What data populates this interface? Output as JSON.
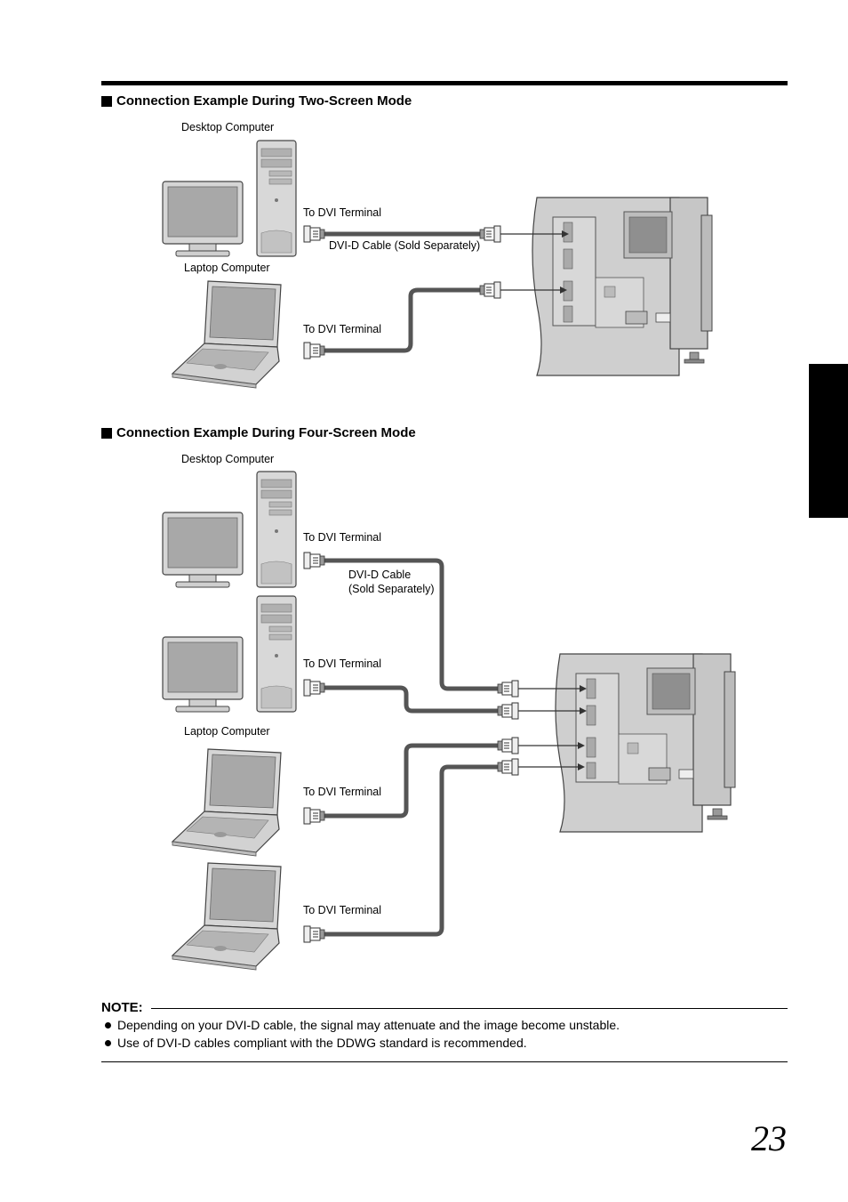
{
  "section1": {
    "heading": "Connection Example During Two-Screen Mode",
    "desktop_label": "Desktop Computer",
    "laptop_label": "Laptop Computer",
    "dvi_terminal_1": "To DVI Terminal",
    "dvi_terminal_2": "To DVI Terminal",
    "cable_label": "DVI-D Cable (Sold Separately)"
  },
  "section2": {
    "heading": "Connection Example During Four-Screen Mode",
    "desktop_label": "Desktop Computer",
    "laptop_label": "Laptop Computer",
    "dvi_terminal_1": "To DVI Terminal",
    "dvi_terminal_2": "To DVI Terminal",
    "dvi_terminal_3": "To DVI Terminal",
    "dvi_terminal_4": "To DVI Terminal",
    "cable_label_line1": "DVI-D Cable",
    "cable_label_line2": "(Sold Separately)"
  },
  "note": {
    "title": "NOTE:",
    "items": [
      "Depending on your DVI-D cable, the signal may attenuate and the image become unstable.",
      "Use of DVI-D cables compliant with the DDWG standard is recommended."
    ]
  },
  "page_number": "23",
  "colors": {
    "cable": "#555555",
    "device_fill": "#d4d4d4",
    "device_stroke": "#444444",
    "screen": "#a9a9a9"
  }
}
